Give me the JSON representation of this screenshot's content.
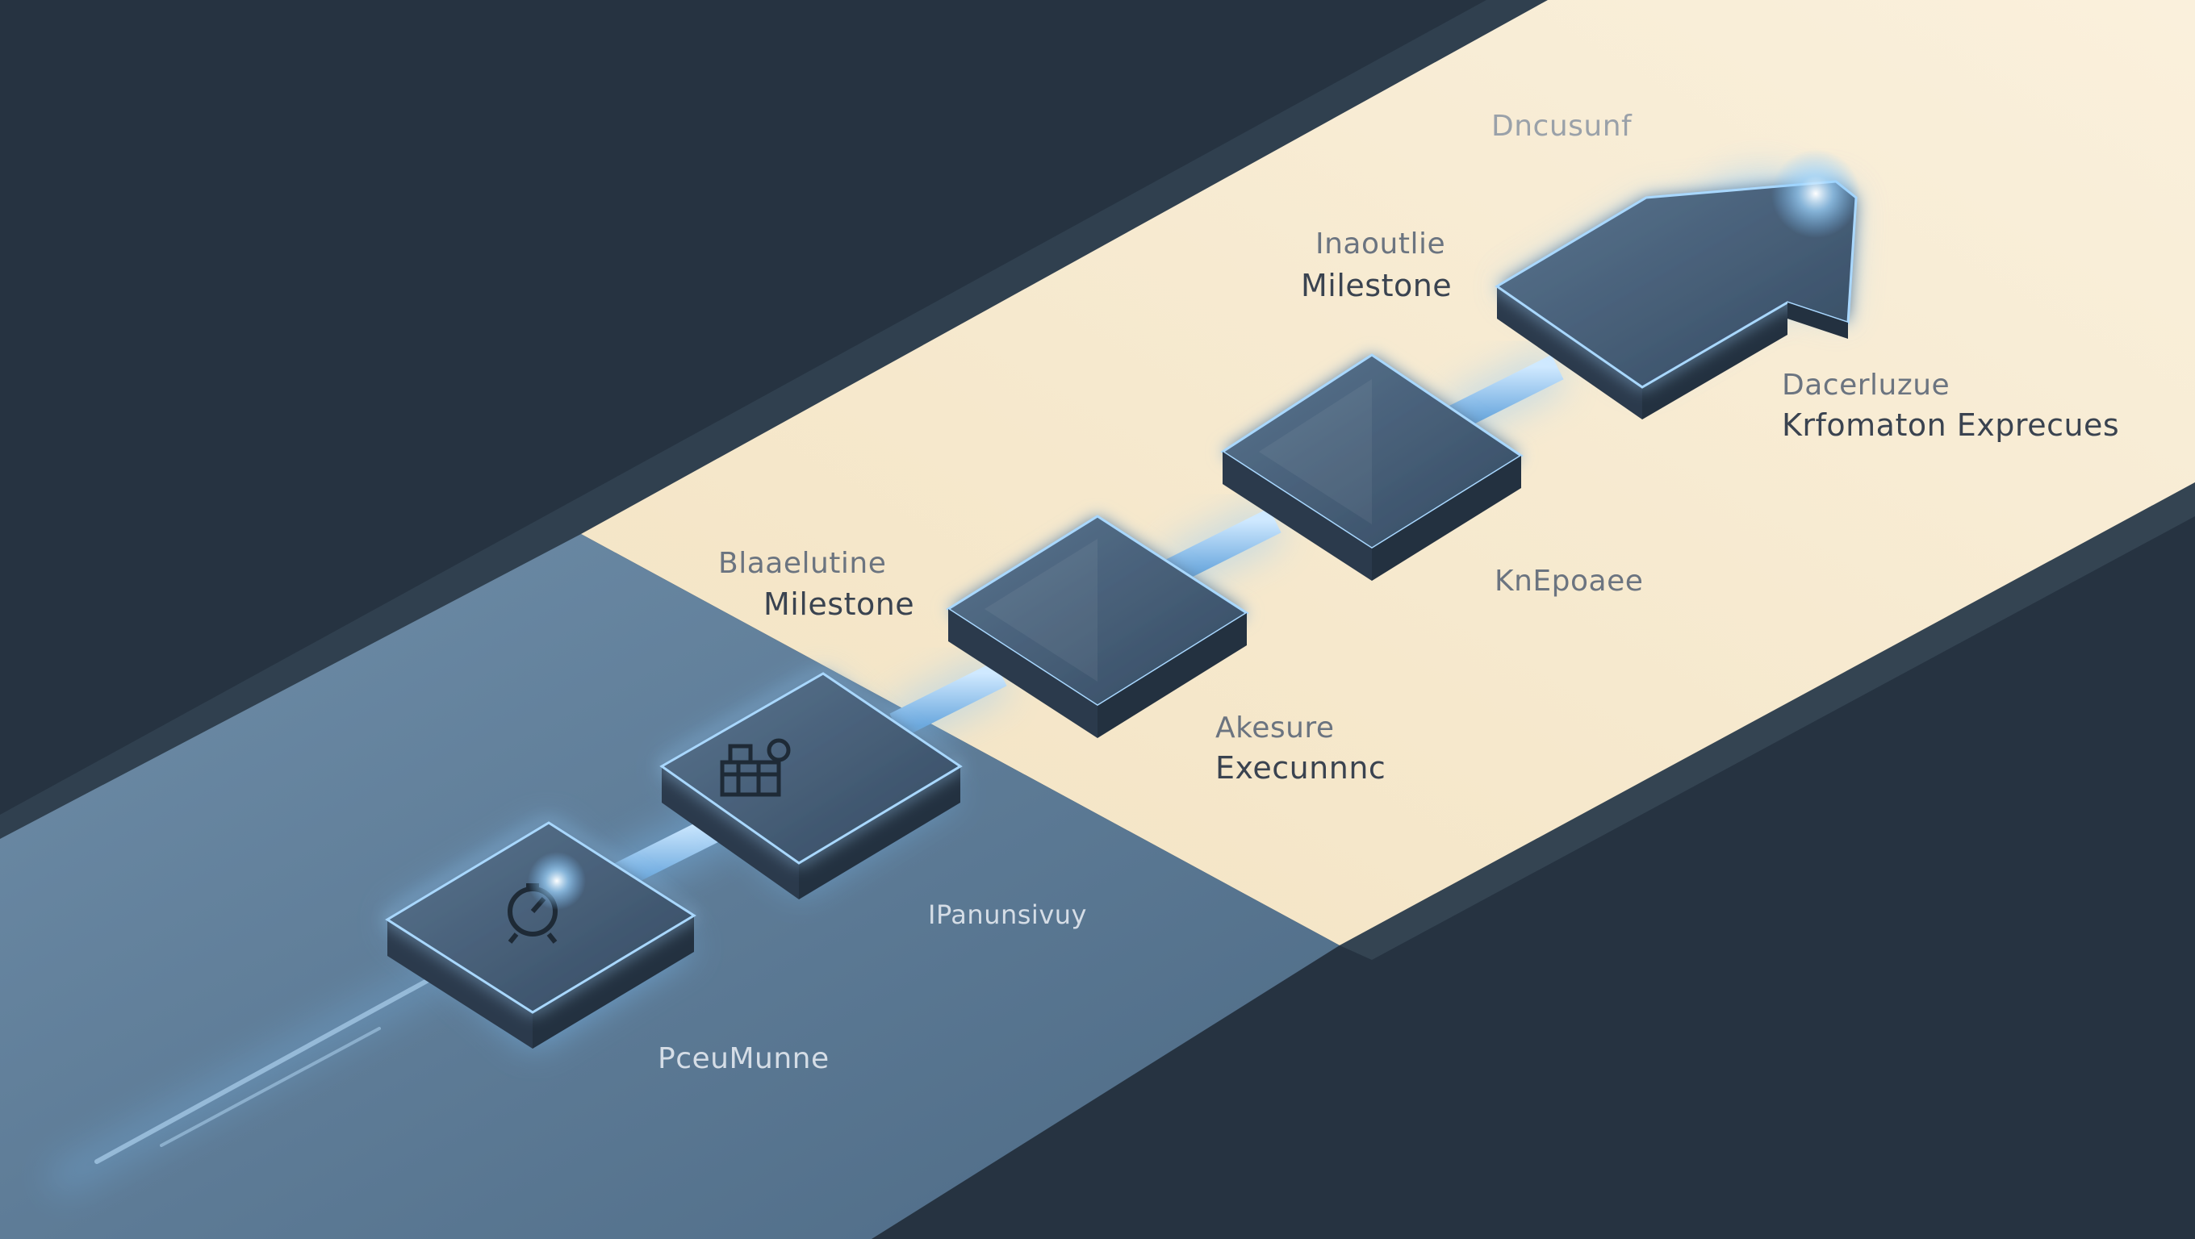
{
  "labels": {
    "top_title": "Dncusunf",
    "milestone_2_line1": "Blaaelutine",
    "milestone_2_line2": "Milestone",
    "milestone_4_line1": "Inaoutlie",
    "milestone_4_line2": "Milestone",
    "right_line1": "Dacerluzue",
    "right_line2": "Krfomaton Exprecues",
    "mid_right": "KnEpoaee",
    "exec_line1": "Akesure",
    "exec_line2": "Execunnnc",
    "lower_mid": "IPanunsivuy",
    "bottom": "PceuMunne"
  },
  "colors": {
    "background": "#263341",
    "band_cream": "#f5e8cb",
    "band_blue": "#5a7a96",
    "block_face": "#445d78",
    "block_side": "#2b3a4c",
    "glow": "#7ec4ff"
  },
  "icons": {
    "step_1": "stopwatch-icon",
    "step_2": "factory-icon"
  }
}
